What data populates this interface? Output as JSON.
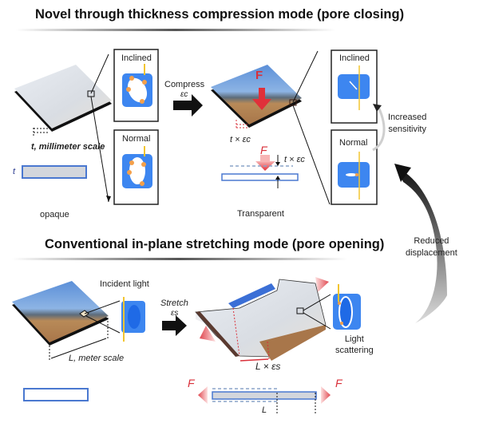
{
  "top_section": {
    "title": "Novel through thickness compression mode (pore closing)",
    "thickness_label": "t, millimeter scale",
    "t_symbol": "t",
    "opaque_label": "opaque",
    "compress_label": "Compress",
    "compress_strain": "εc",
    "inset_inclined_label": "Inclined",
    "inset_normal_label": "Normal",
    "result_inclined_label": "Inclined",
    "result_normal_label": "Normal",
    "force_label": "F",
    "force_label_2": "F",
    "t_x_eps_label": "t × εc",
    "t_x_eps_label_2": "t × εc",
    "transparent_label": "Transparent",
    "increased_sensitivity": [
      "Increased",
      "sensitivity"
    ]
  },
  "bottom_section": {
    "title": "Conventional in-plane stretching mode (pore opening)",
    "incident_light_label": "Incident light",
    "length_label": "L, meter scale",
    "stretch_label": "Stretch",
    "stretch_strain": "εs",
    "l_x_eps_label": "L × εs",
    "light_scattering": [
      "Light",
      "scattering"
    ],
    "force_left": "F",
    "force_right": "F",
    "l_symbol": "L"
  },
  "reduced_displacement": [
    "Reduced",
    "displacement"
  ],
  "colors": {
    "pore_blue": "#3d86f0",
    "bar_outline": "#4a78d0",
    "bar_fill": "#d3d6dc",
    "force_red": "#e0303a",
    "light_yellow": "#f2c530"
  }
}
